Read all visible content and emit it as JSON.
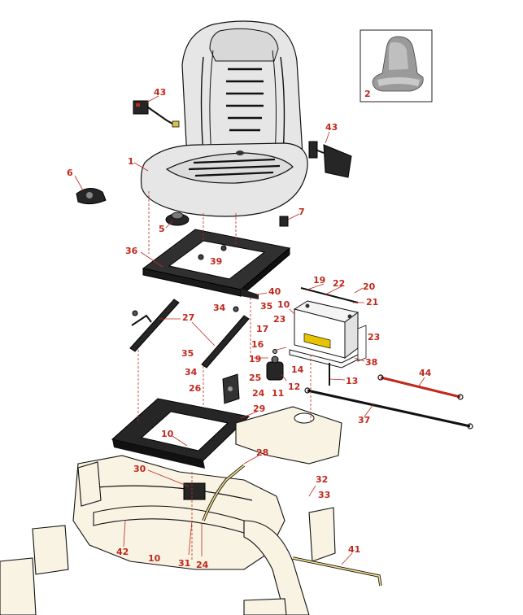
{
  "theme": {
    "callout_color": "#c0281c",
    "leader_color": "#c0281c",
    "frame_fill": "#f8f3e3",
    "seat_fill": "#e6e6e6",
    "dark_part_fill": "#262626",
    "battery_fill": "#ffffff",
    "battery_label_fill": "#e8c400",
    "accent_cable": "#c0281c",
    "rod_fill": "#f0d98a"
  },
  "inset": {
    "label": "2",
    "description_icon": "seat-cover-thumbnail"
  },
  "callouts": [
    {
      "id": "c43a",
      "label": "43"
    },
    {
      "id": "c43b",
      "label": "43"
    },
    {
      "id": "c1",
      "label": "1"
    },
    {
      "id": "c6",
      "label": "6"
    },
    {
      "id": "c5",
      "label": "5"
    },
    {
      "id": "c7",
      "label": "7"
    },
    {
      "id": "c36",
      "label": "36"
    },
    {
      "id": "c39",
      "label": "39"
    },
    {
      "id": "c40",
      "label": "40"
    },
    {
      "id": "c35a",
      "label": "35"
    },
    {
      "id": "c34a",
      "label": "34"
    },
    {
      "id": "c27",
      "label": "27"
    },
    {
      "id": "c19a",
      "label": "19"
    },
    {
      "id": "c22",
      "label": "22"
    },
    {
      "id": "c20",
      "label": "20"
    },
    {
      "id": "c21",
      "label": "21"
    },
    {
      "id": "c10a",
      "label": "10"
    },
    {
      "id": "c23a",
      "label": "23"
    },
    {
      "id": "c23b",
      "label": "23"
    },
    {
      "id": "c17",
      "label": "17"
    },
    {
      "id": "c16",
      "label": "16"
    },
    {
      "id": "c19b",
      "label": "19"
    },
    {
      "id": "c14",
      "label": "14"
    },
    {
      "id": "c38",
      "label": "38"
    },
    {
      "id": "c35b",
      "label": "35"
    },
    {
      "id": "c34b",
      "label": "34"
    },
    {
      "id": "c25",
      "label": "25"
    },
    {
      "id": "c26",
      "label": "26"
    },
    {
      "id": "c24a",
      "label": "24"
    },
    {
      "id": "c12",
      "label": "12"
    },
    {
      "id": "c11",
      "label": "11"
    },
    {
      "id": "c13",
      "label": "13"
    },
    {
      "id": "c44",
      "label": "44"
    },
    {
      "id": "c29",
      "label": "29"
    },
    {
      "id": "c37",
      "label": "37"
    },
    {
      "id": "c10b",
      "label": "10"
    },
    {
      "id": "c28",
      "label": "28"
    },
    {
      "id": "c30",
      "label": "30"
    },
    {
      "id": "c32",
      "label": "32"
    },
    {
      "id": "c33",
      "label": "33"
    },
    {
      "id": "c41",
      "label": "41"
    },
    {
      "id": "c42",
      "label": "42"
    },
    {
      "id": "c10c",
      "label": "10"
    },
    {
      "id": "c31",
      "label": "31"
    },
    {
      "id": "c24b",
      "label": "24"
    }
  ]
}
